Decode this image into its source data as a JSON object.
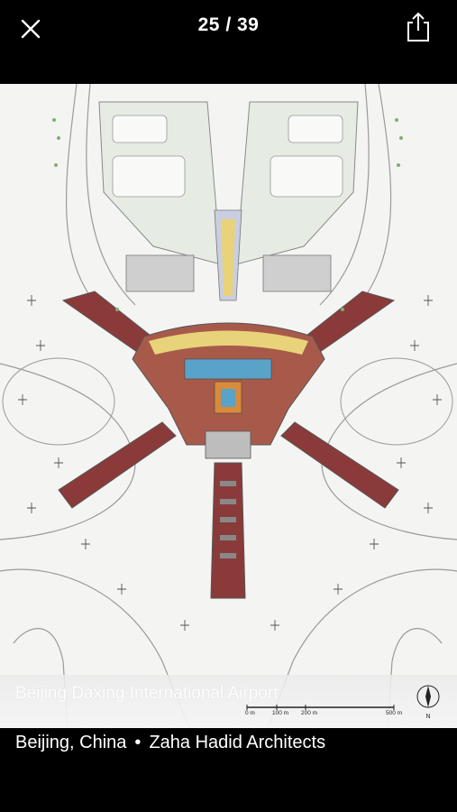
{
  "viewer": {
    "counter": "25 / 39",
    "close_icon": "close-icon",
    "share_icon": "share-icon"
  },
  "image": {
    "title": "Beijing Daxing International Airport",
    "scale_labels": [
      "0 m",
      "100 m",
      "200 m",
      "500 m"
    ],
    "north_label": "N"
  },
  "caption": {
    "location": "Beijing, China",
    "separator": "•",
    "architect": "Zaha Hadid Architects"
  },
  "colors": {
    "pier_red": "#8b3a3a",
    "terminal_blue": "#5aa3c8",
    "terminal_yellow": "#e8d27a",
    "green": "#7fae72"
  }
}
